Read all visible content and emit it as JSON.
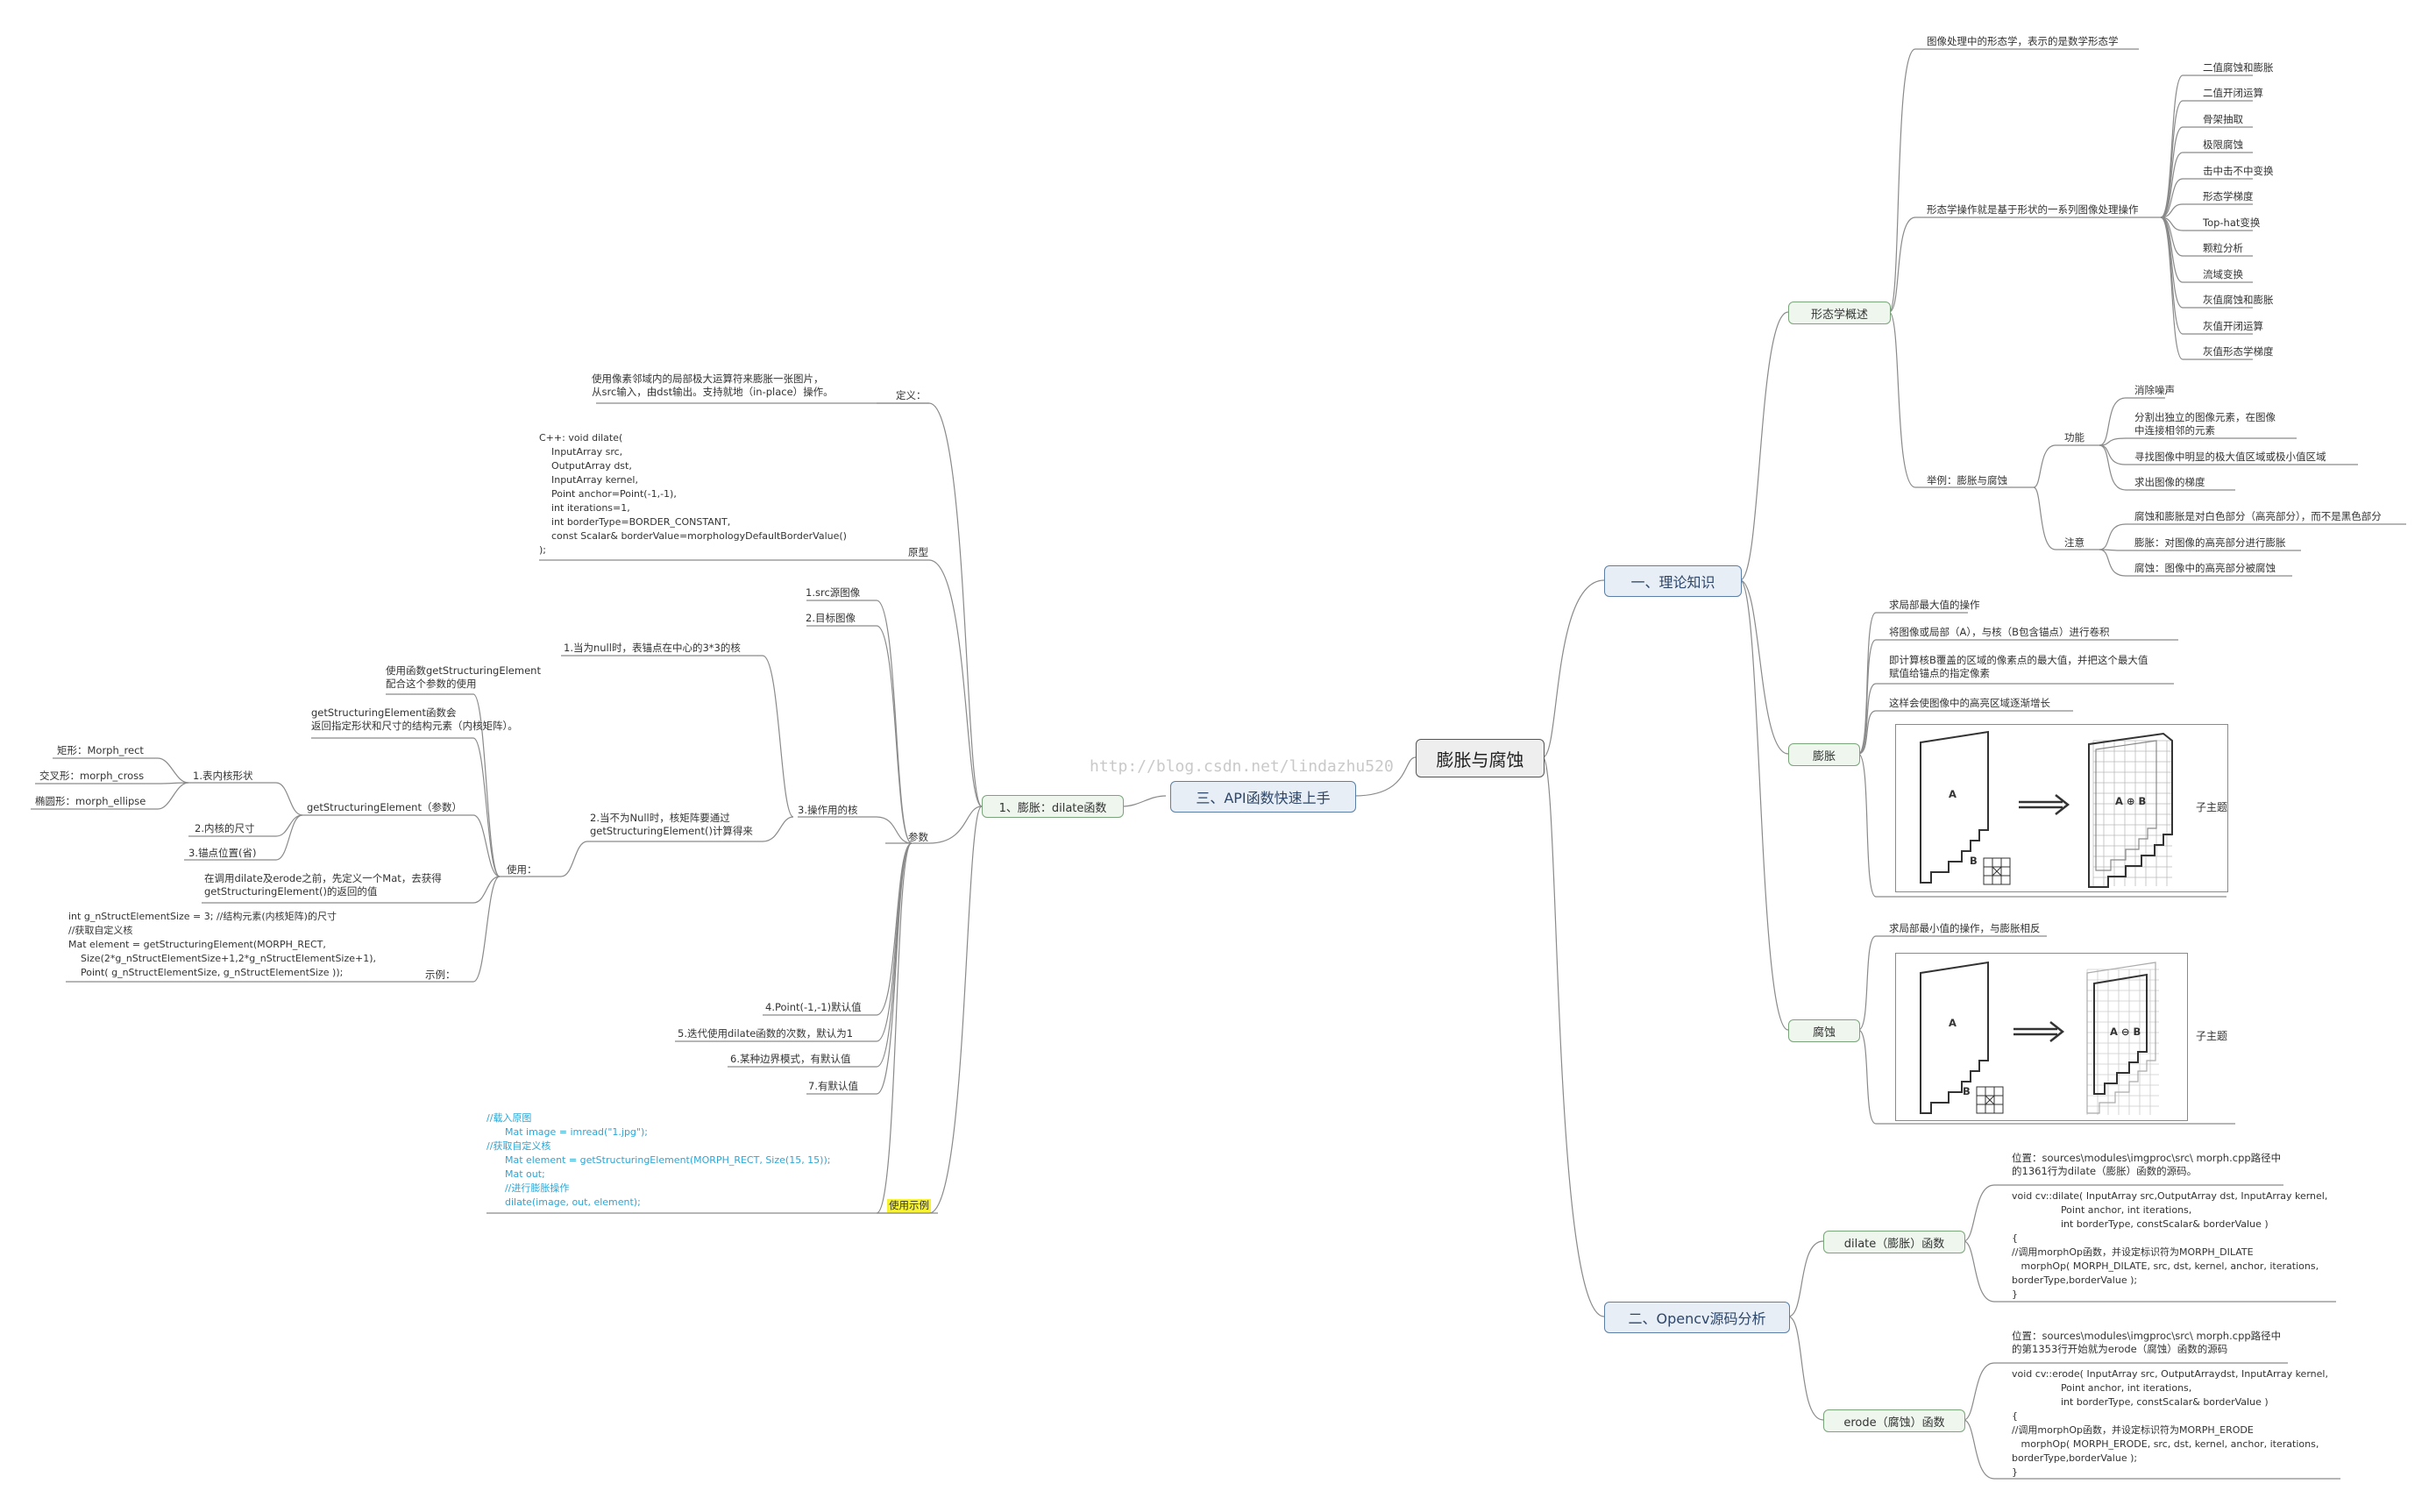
{
  "root": "膨胀与腐蚀",
  "watermark": "http://blog.csdn.net/lindazhu520",
  "theory": {
    "title": "一、理论知识",
    "overview": {
      "title": "形态学概述",
      "intro": "图像处理中的形态学，表示的是数学形态学",
      "ops_label": "形态学操作就是基于形状的一系列图像处理操作",
      "ops": [
        "二值腐蚀和膨胀",
        "二值开闭运算",
        "骨架抽取",
        "极限腐蚀",
        "击中击不中变换",
        "形态学梯度",
        "Top-hat变换",
        "颗粒分析",
        "流域变换",
        "灰值腐蚀和膨胀",
        "灰值开闭运算",
        "灰值形态学梯度"
      ],
      "example_label": "举例：膨胀与腐蚀",
      "function_label": "功能",
      "functions": [
        "消除噪声",
        "分割出独立的图像元素，在图像\n中连接相邻的元素",
        "寻找图像中明显的极大值区域或极小值区域",
        "求出图像的梯度"
      ],
      "note_label": "注意",
      "notes": [
        "腐蚀和膨胀是对白色部分（高亮部分），而不是黑色部分",
        "膨胀：对图像的高亮部分进行膨胀",
        "腐蚀：图像中的高亮部分被腐蚀"
      ]
    },
    "dilate": {
      "title": "膨胀",
      "items": [
        "求局部最大值的操作",
        "将图像或局部（A），与核（B包含锚点）进行卷积",
        "即计算核B覆盖的区域的像素点的最大值，并把这个最大值\n赋值给锚点的指定像素",
        "这样会使图像中的高亮区域逐渐增长"
      ],
      "fig_a": "A",
      "fig_b": "B",
      "fig_result": "A ⊕ B",
      "caption": "子主题"
    },
    "erode": {
      "title": "腐蚀",
      "items": [
        "求局部最小值的操作，与膨胀相反"
      ],
      "fig_a": "A",
      "fig_b": "B",
      "fig_result": "A ⊖ B",
      "caption": "子主题"
    }
  },
  "source": {
    "title": "二、Opencv源码分析",
    "dilate": {
      "title": "dilate（膨胀）函数",
      "location": "位置：sources\\modules\\imgproc\\src\\ morph.cpp路径中\n的1361行为dilate（膨胀）函数的源码。",
      "code": "void cv::dilate( InputArray src,OutputArray dst, InputArray kernel,\n                Point anchor, int iterations,\n                int borderType, constScalar& borderValue )\n{\n//调用morphOp函数，并设定标识符为MORPH_DILATE\n   morphOp( MORPH_DILATE, src, dst, kernel, anchor, iterations,\nborderType,borderValue );\n}"
    },
    "erode": {
      "title": "erode（腐蚀）函数",
      "location": "位置：sources\\modules\\imgproc\\src\\ morph.cpp路径中\n的第1353行开始就为erode（腐蚀）函数的源码",
      "code": "void cv::erode( InputArray src, OutputArraydst, InputArray kernel,\n                Point anchor, int iterations,\n                int borderType, constScalar& borderValue )\n{\n//调用morphOp函数，并设定标识符为MORPH_ERODE\n   morphOp( MORPH_ERODE, src, dst, kernel, anchor, iterations,\nborderType,borderValue );\n}"
    }
  },
  "api": {
    "title": "三、API函数快速上手",
    "dilate_node": "1、膨胀：dilate函数",
    "definition_label": "定义：",
    "definition": "使用像素邻域内的局部极大运算符来膨胀一张图片，\n从src输入，由dst输出。支持就地（in-place）操作。",
    "prototype_label": "原型",
    "prototype": "C++: void dilate(\n    InputArray src,\n    OutputArray dst,\n    InputArray kernel,\n    Point anchor=Point(-1,-1),\n    int iterations=1,\n    int borderType=BORDER_CONSTANT,\n    const Scalar& borderValue=morphologyDefaultBorderValue()\n);",
    "params_label": "参数",
    "param1": "1.src源图像",
    "param2": "2.目标图像",
    "param3": "3.操作用的核",
    "p3_null": "1.当为null时，表锚点在中心的3*3的核",
    "p3_notnull": "2.当不为Null时，核矩阵要通过\ngetStructuringElement()计算得来",
    "use_label": "使用：",
    "use_func": "使用函数getStructuringElement\n配合这个参数的使用",
    "use_returns": "getStructuringElement函数会\n返回指定形状和尺寸的结构元素（内核矩阵）。",
    "gse": "getStructuringElement（参数）",
    "shape_label": "1.表内核形状",
    "shapes": [
      "矩形：Morph_rect",
      "交叉形：morph_cross",
      "椭圆形：morph_ellipse"
    ],
    "size_label": "2.内核的尺寸",
    "anchor_label": "3.锚点位置(省)",
    "before_call": "在调用dilate及erode之前，先定义一个Mat，去获得\ngetStructuringElement()的返回的值",
    "example_label": "示例：",
    "example_code": "int g_nStructElementSize = 3; //结构元素(内核矩阵)的尺寸\n//获取自定义核\nMat element = getStructuringElement(MORPH_RECT,\n    Size(2*g_nStructElementSize+1,2*g_nStructElementSize+1),\n    Point( g_nStructElementSize, g_nStructElementSize ));",
    "param4": "4.Point(-1,-1)默认值",
    "param5": "5.迭代使用dilate函数的次数，默认为1",
    "param6": "6.某种边界模式，有默认值",
    "param7": "7.有默认值",
    "usage_code": "//载入原图\n      Mat image = imread(\"1.jpg\");\n//获取自定义核\n      Mat element = getStructuringElement(MORPH_RECT, Size(15, 15));\n      Mat out;\n      //进行膨胀操作\n      dilate(image, out, element);",
    "usage_label": "使用示例"
  },
  "colors": {
    "main_border": "#5b7fa6",
    "sub_border": "#7aa57a",
    "code_cyan": "#2aa6d6",
    "highlight": "#f7f232",
    "line": "#8a8a8a"
  }
}
